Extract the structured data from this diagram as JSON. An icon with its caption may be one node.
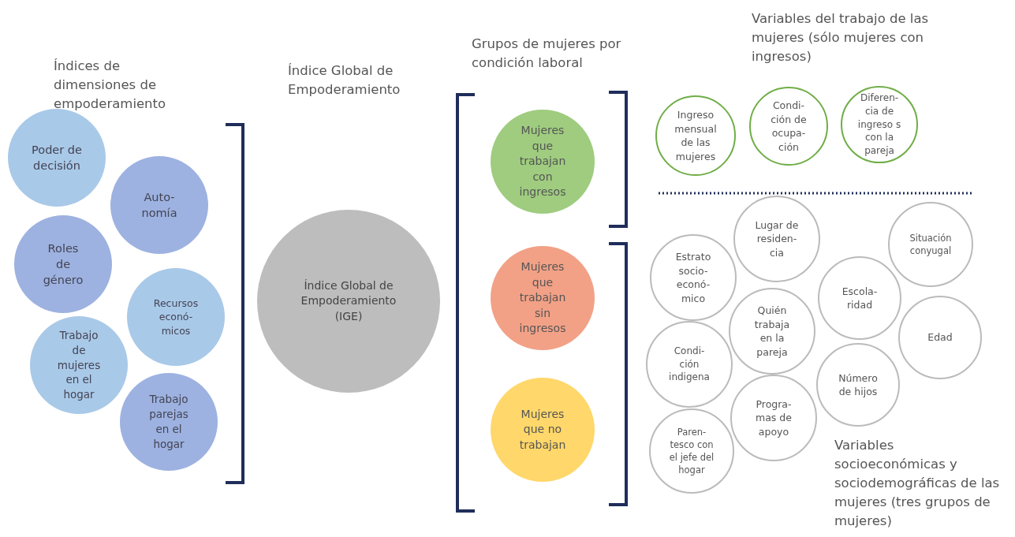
{
  "diagram": {
    "nodes": [
      {
        "text": [
          "Poder de decisión"
        ]
      },
      {
        "text": [
          "Auto- nomía"
        ]
      },
      {
        "text": [
          "Roles de género"
        ]
      },
      {
        "text": [
          "Recursos econó- micos"
        ]
      },
      {
        "text": [
          "Trabajo de mujeres en el hogar"
        ]
      },
      {
        "text": [
          "Trabajo parejas en el hogar"
        ]
      },
      {
        "text": [
          "Índice Global de Empoderamiento (IGE)"
        ]
      },
      {
        "text": [
          "Mujeres que trabajan con ingresos"
        ]
      },
      {
        "text": [
          "Mujeres que trabajan sin ingresos"
        ]
      },
      {
        "text": [
          "Mujeres que no trabajan"
        ]
      },
      {
        "text": [
          "Ingreso mensual de las mujeres"
        ]
      },
      {
        "text": [
          "Condi- ción de ocupa- ción"
        ]
      },
      {
        "text": [
          "Diferen- cia de ingreso s con la pareja"
        ]
      },
      {
        "text": [
          "Lugar de residen- cia"
        ]
      },
      {
        "text": [
          "Situación conyugal"
        ]
      },
      {
        "text": [
          "Estrato socio- econó- mico"
        ]
      },
      {
        "text": [
          "Escola- ridad"
        ]
      },
      {
        "text": [
          "Quién trabaja en la pareja"
        ]
      },
      {
        "text": [
          "Edad"
        ]
      },
      {
        "text": [
          "Condi- ción indigena"
        ]
      },
      {
        "text": [
          "Número de hijos"
        ]
      },
      {
        "text": [
          "Progra- mas de apoyo"
        ]
      },
      {
        "text": [
          "Paren- tesco con el jefe del hogar"
        ]
      }
    ],
    "edges": [],
    "labels": [
      "Variables del trabajo de las mujeres (sólo mujeres con ingresos)",
      "Índices de dimensiones de empoderamiento",
      "Grupos de mujeres por condición laboral",
      "Índice Global de Empoderamiento",
      "Variables socioeconómicas y sociodemográficas de las mujeres (tres grupos de mujeres)"
    ]
  }
}
